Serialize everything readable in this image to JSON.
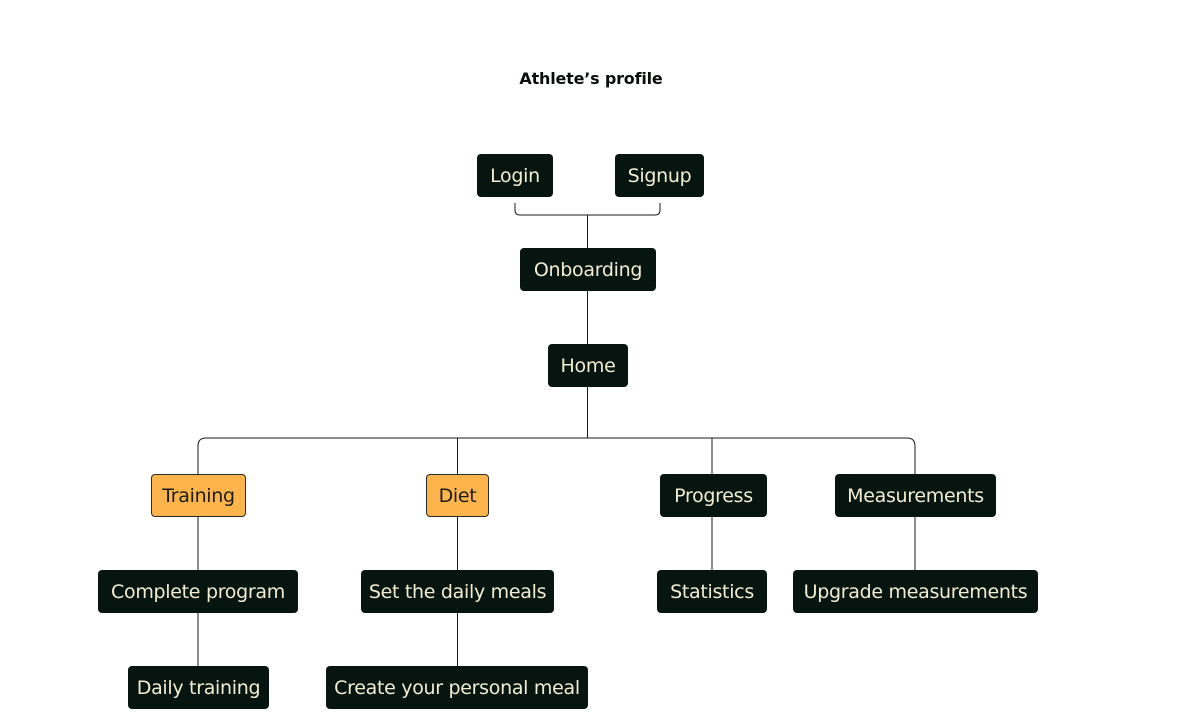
{
  "title": "Athlete’s profile",
  "colors": {
    "node_background": "#071510",
    "node_text": "#f2ecd2",
    "highlight_background": "#fdb54b",
    "highlight_text": "#1c1c1c",
    "connector": "#1a1a1a"
  },
  "nodes": {
    "login": "Login",
    "signup": "Signup",
    "onboarding": "Onboarding",
    "home": "Home",
    "training": "Training",
    "diet": "Diet",
    "progress": "Progress",
    "measurements": "Measurements",
    "complete_program": "Complete program",
    "daily_training": "Daily training",
    "set_daily_meals": "Set the daily meals",
    "create_personal_meal": "Create your personal meal",
    "statistics": "Statistics",
    "upgrade_measurements": "Upgrade measurements"
  }
}
